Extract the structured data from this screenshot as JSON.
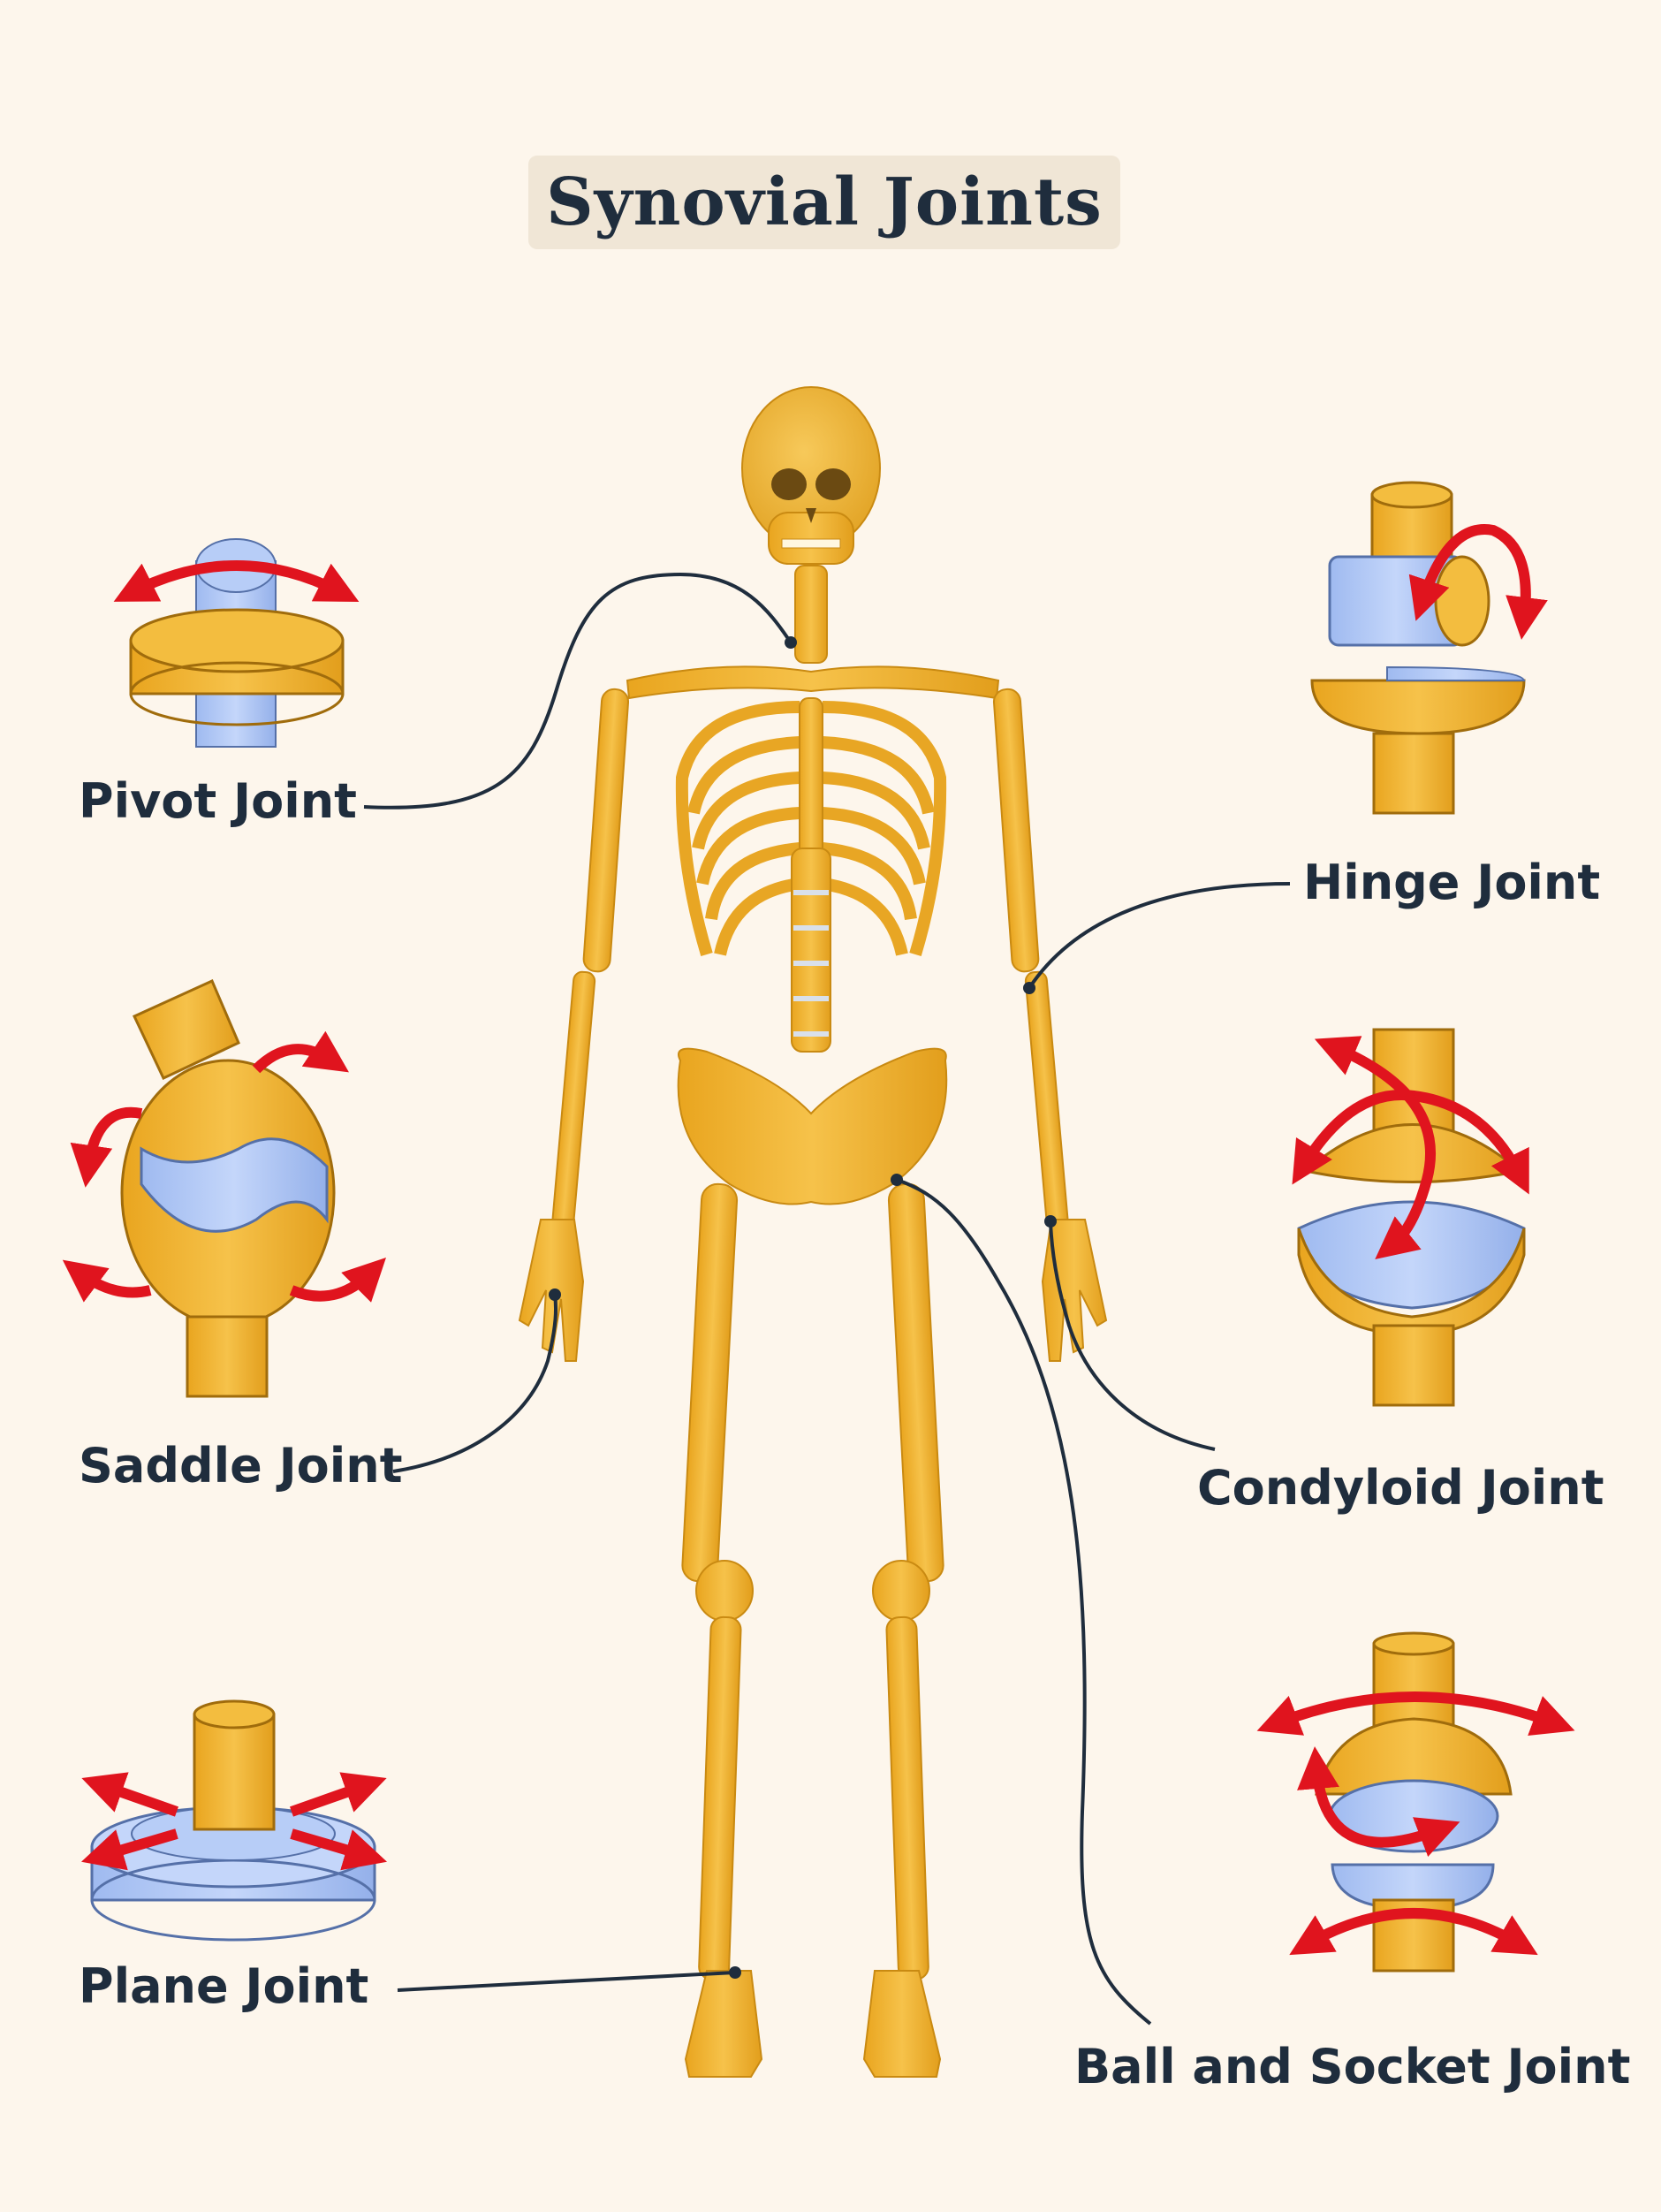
{
  "title": "Synovial Joints",
  "joints": {
    "pivot": "Pivot Joint",
    "saddle": "Saddle Joint",
    "plane": "Plane Joint",
    "hinge": "Hinge Joint",
    "condyloid": "Condyloid Joint",
    "ball_socket": "Ball and Socket Joint"
  },
  "colors": {
    "background": "#fdf6ec",
    "bone": "#f0b530",
    "cartilage": "#a9c4f5",
    "arrow": "#e0141e",
    "text": "#1f2d3d"
  }
}
